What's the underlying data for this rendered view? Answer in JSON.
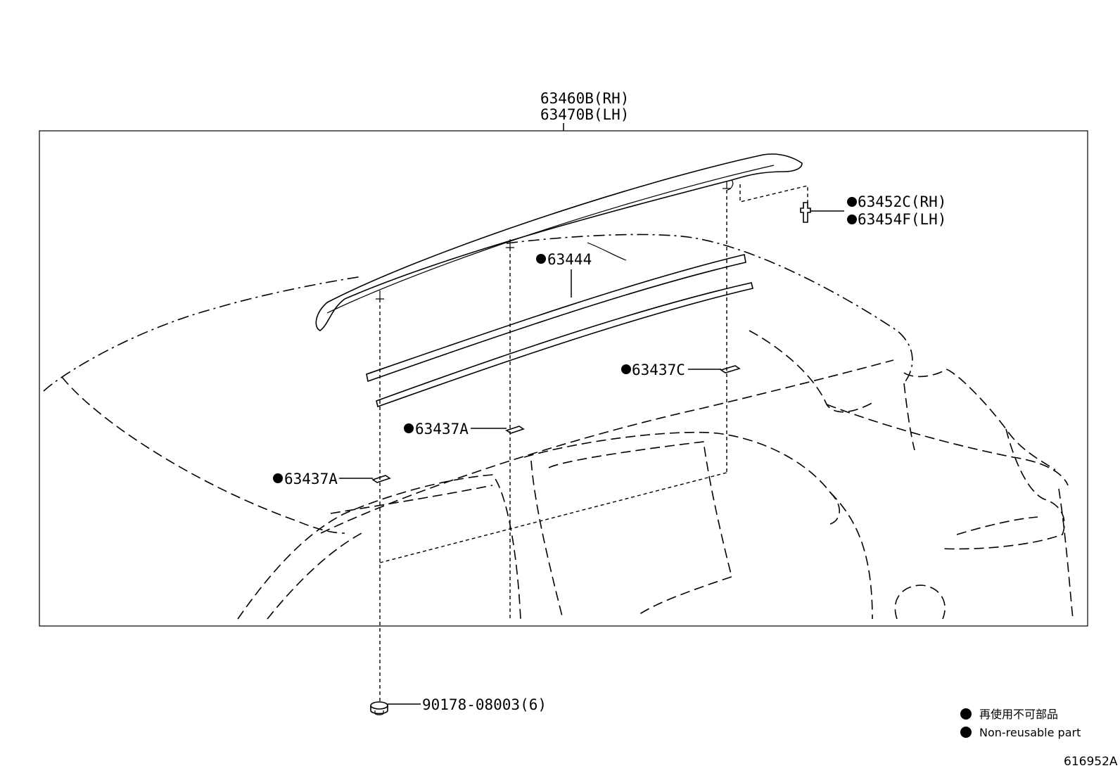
{
  "parts": {
    "rail_rh": "63460B(RH)",
    "rail_lh": "63470B(LH)",
    "clip_rh": "63452C(RH)",
    "clip_lh": "63454F(LH)",
    "molding": "63444",
    "pad_c": "63437C",
    "pad_a_upper": "63437A",
    "pad_a_lower": "63437A",
    "nut": "90178-08003(6)"
  },
  "legend": {
    "jp": "再使用不可部品",
    "en": "Non-reusable part"
  },
  "ref_number": "616952A"
}
